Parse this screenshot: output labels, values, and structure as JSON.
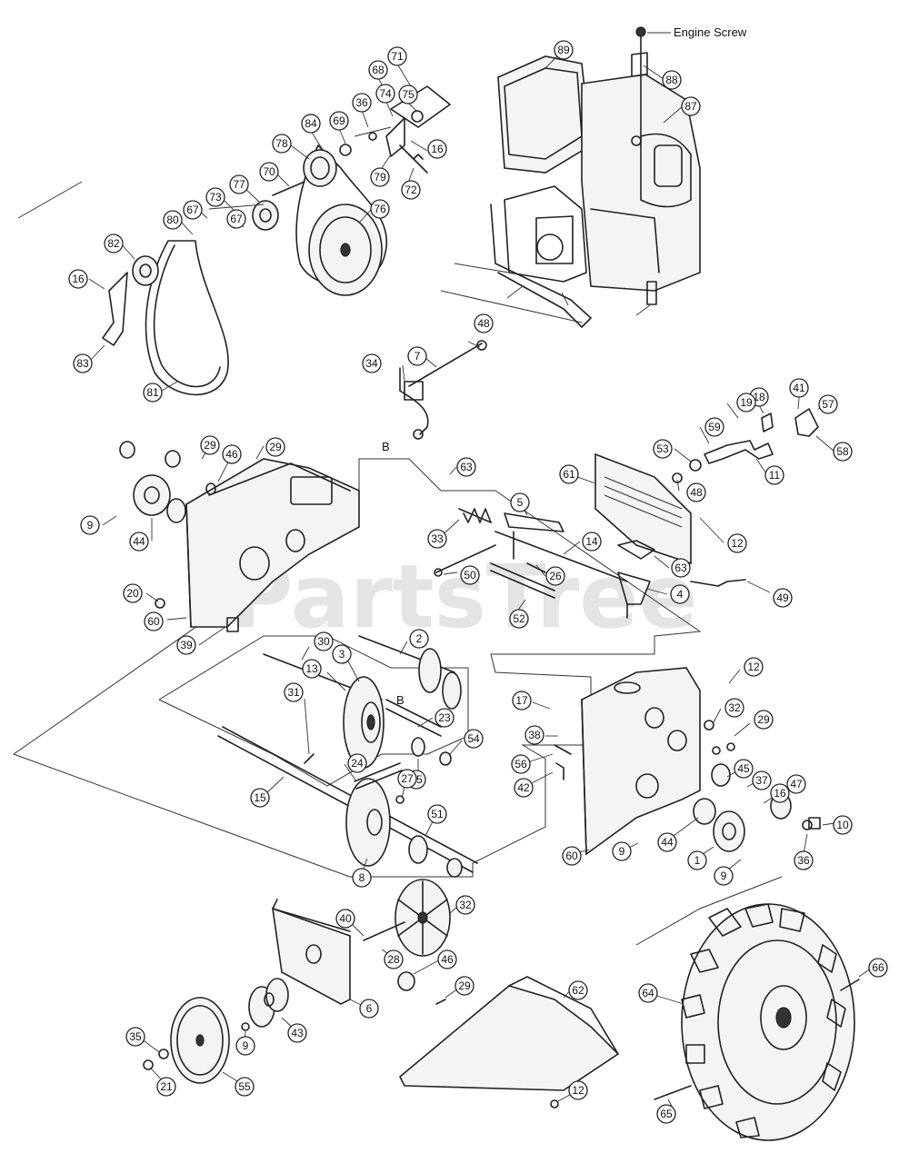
{
  "watermark": "PartsTree",
  "labels": {
    "engine_screw": "Engine Screw",
    "b_upper": "B",
    "b_lower": "B"
  },
  "callouts": [
    "71",
    "68",
    "89",
    "75",
    "74",
    "36",
    "69",
    "84",
    "88",
    "87",
    "16",
    "78",
    "79",
    "72",
    "70",
    "77",
    "73",
    "67",
    "67",
    "76",
    "80",
    "82",
    "16",
    "83",
    "81",
    "48",
    "34",
    "7",
    "41",
    "18",
    "57",
    "19",
    "59",
    "58",
    "53",
    "11",
    "48",
    "29",
    "29",
    "46",
    "63",
    "61",
    "5",
    "9",
    "44",
    "33",
    "12",
    "14",
    "63",
    "26",
    "50",
    "20",
    "52",
    "4",
    "49",
    "60",
    "39",
    "30",
    "2",
    "3",
    "12",
    "13",
    "32",
    "29",
    "17",
    "23",
    "31",
    "54",
    "38",
    "56",
    "24",
    "25",
    "42",
    "45",
    "37",
    "47",
    "16",
    "27",
    "15",
    "10",
    "51",
    "44",
    "60",
    "9",
    "1",
    "36",
    "8",
    "9",
    "32",
    "40",
    "28",
    "46",
    "29",
    "62",
    "6",
    "66",
    "64",
    "35",
    "43",
    "9",
    "21",
    "55",
    "12",
    "65"
  ]
}
